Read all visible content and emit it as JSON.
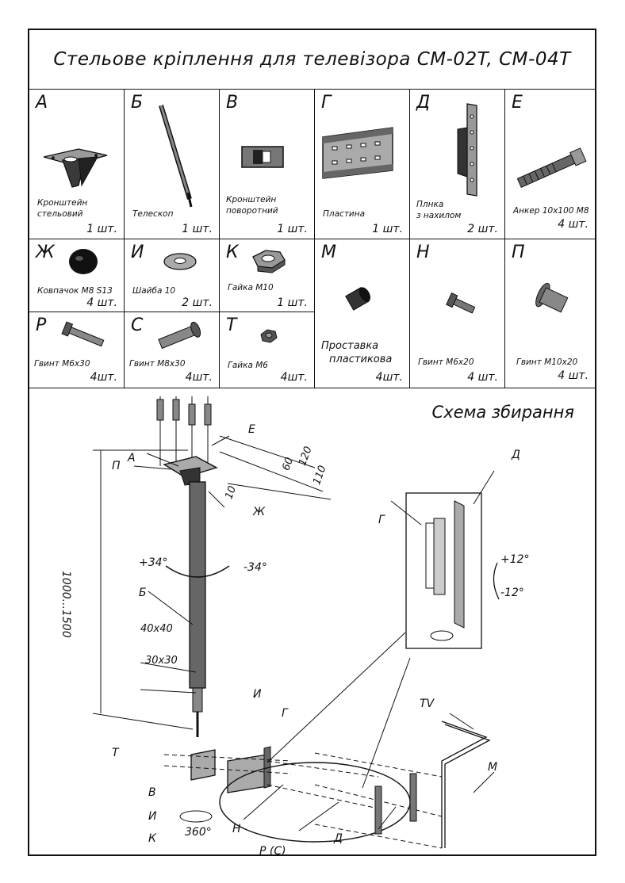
{
  "title": "Стельове кріплення для телевізора CM-02T, CM-04T",
  "parts": [
    {
      "letter": "А",
      "name": [
        "Кронштейн",
        "стельовий"
      ],
      "qty": "1 шт."
    },
    {
      "letter": "Б",
      "name": [
        "Телескоп"
      ],
      "qty": "1 шт."
    },
    {
      "letter": "В",
      "name": [
        "Кронштейн",
        "поворотний"
      ],
      "qty": "1 шт."
    },
    {
      "letter": "Г",
      "name": [
        "Пластина"
      ],
      "qty": "1 шт."
    },
    {
      "letter": "Д",
      "name": [
        "Плнка",
        "з нахилом"
      ],
      "qty": "2 шт."
    },
    {
      "letter": "Е",
      "name": [
        "Анкер 10х100 М8"
      ],
      "qty": "4 шт."
    },
    {
      "letter": "Ж",
      "name": [
        "Ковпачок М8  S13"
      ],
      "qty": "4 шт."
    },
    {
      "letter": "И",
      "name": [
        "Шайба 10"
      ],
      "qty": "2 шт."
    },
    {
      "letter": "К",
      "name": [
        "Гайка М10"
      ],
      "qty": "1 шт."
    },
    {
      "letter": "М",
      "name": [
        "Проставка",
        "пластикова"
      ],
      "qty": "4шт."
    },
    {
      "letter": "Н",
      "name": [
        "Гвинт М6х20"
      ],
      "qty": "4 шт."
    },
    {
      "letter": "П",
      "name": [
        "Гвинт М10х20"
      ],
      "qty": "4 шт."
    },
    {
      "letter": "Р",
      "name": [
        "Гвинт М6х30"
      ],
      "qty": "4шт."
    },
    {
      "letter": "С",
      "name": [
        "Гвинт М8х30"
      ],
      "qty": "4шт."
    },
    {
      "letter": "Т",
      "name": [
        "Гайка М6"
      ],
      "qty": "4шт."
    }
  ],
  "scheme": {
    "title": "Схема збирання",
    "labels": {
      "A": "А",
      "E": "Е",
      "P": "П",
      "Zh": "Ж",
      "B": "Б",
      "I": "И",
      "T": "Т",
      "V": "В",
      "I2": "И",
      "K": "К",
      "N": "Н",
      "G": "Г",
      "RC": "Р (С)",
      "D": "Д",
      "D2": "Д",
      "G2": "Г",
      "TV": "TV",
      "M": "М"
    },
    "dims": {
      "length": "1000...1500",
      "section1": "40х40",
      "section2": "30х30",
      "d1": "120",
      "d2": "60",
      "d3": "110",
      "d4": "10"
    },
    "angles": {
      "left": "+34°",
      "right": "-34°",
      "tilt_up": "+12°",
      "tilt_down": "-12°",
      "rotate": "360°"
    }
  }
}
